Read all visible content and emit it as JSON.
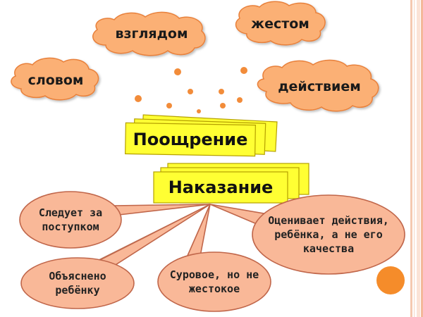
{
  "clouds": {
    "glance": "взглядом",
    "gesture": "жестом",
    "word": "словом",
    "action": "действием"
  },
  "cards": {
    "encouragement": "Поощрение",
    "punishment": "Наказание"
  },
  "bubbles": {
    "follows_act": "Следует за поступком",
    "evaluates": "Оценивает действия, ребёнка, а не его качества",
    "explained": "Объяснено ребёнку",
    "strict": "Суровое, но не жестокое"
  },
  "colors": {
    "cloud_fill": "#fbb075",
    "cloud_stroke": "#e8803a",
    "card_fill": "#ffff33",
    "card_stroke": "#b5a000",
    "bubble_fill": "#f9b898",
    "bubble_stroke": "#c0664a",
    "dot": "#f28c3a"
  }
}
